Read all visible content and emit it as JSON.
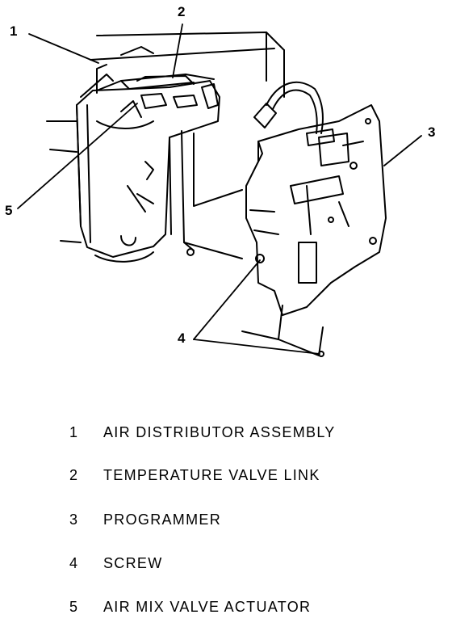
{
  "callouts": {
    "c1": "1",
    "c2": "2",
    "c3": "3",
    "c4": "4",
    "c5": "5"
  },
  "legend": [
    {
      "number": "1",
      "label": "AIR DISTRIBUTOR ASSEMBLY"
    },
    {
      "number": "2",
      "label": "TEMPERATURE VALVE LINK"
    },
    {
      "number": "3",
      "label": "PROGRAMMER"
    },
    {
      "number": "4",
      "label": "SCREW"
    },
    {
      "number": "5",
      "label": "AIR MIX VALVE ACTUATOR"
    }
  ]
}
